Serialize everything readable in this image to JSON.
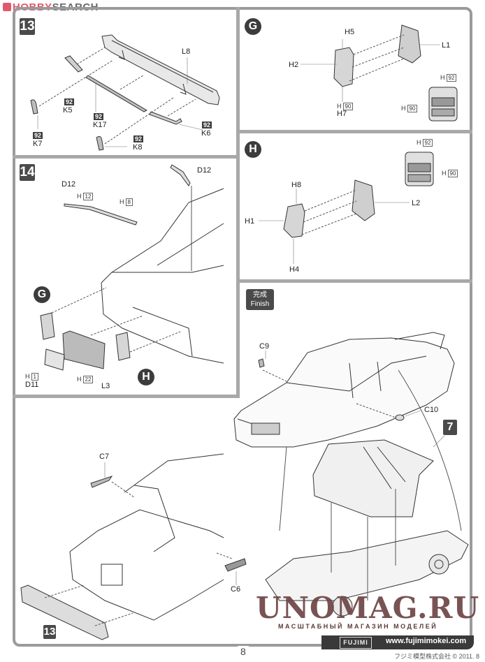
{
  "header": {
    "logo_hobby": "HOBBY",
    "logo_search": "SEARCH"
  },
  "step13": {
    "number": "13",
    "parts": {
      "L8": "L8",
      "K5": "K5",
      "K17": "K17",
      "K6": "K6",
      "K7": "K7",
      "K8": "K8"
    },
    "paint_code": "92"
  },
  "stepG": {
    "label": "G",
    "parts": {
      "H5": "H5",
      "H2": "H2",
      "H7": "H7",
      "L1": "L1"
    },
    "paint_h7": {
      "prefix": "H",
      "code": "90"
    },
    "lamp_paint_top": {
      "prefix": "H",
      "code": "92"
    },
    "lamp_paint_lower": {
      "prefix": "H",
      "code": "90"
    }
  },
  "stepH": {
    "label": "H",
    "parts": {
      "H8": "H8",
      "H1": "H1",
      "H4": "H4",
      "L2": "L2"
    },
    "lamp_paint_top": {
      "prefix": "H",
      "code": "92"
    },
    "lamp_paint_lower": {
      "prefix": "H",
      "code": "90"
    }
  },
  "step14": {
    "number": "14",
    "parts": {
      "D12_left": "D12",
      "D12_right": "D12",
      "D11": "D11",
      "L3": "L3"
    },
    "wiper_paint_1": {
      "prefix": "H",
      "code": "12"
    },
    "wiper_paint_2": {
      "prefix": "H",
      "code": "8"
    },
    "plate_paint": {
      "prefix": "H",
      "code": "1"
    },
    "garnish_paint": {
      "prefix": "H",
      "code": "22"
    },
    "sub_g": "G",
    "sub_h": "H"
  },
  "rear_step": {
    "parts": {
      "C7": "C7",
      "C6": "C6"
    },
    "bumper_ref": "13"
  },
  "finish": {
    "badge_jp": "完成",
    "badge_en": "Finish",
    "parts": {
      "C9": "C9",
      "C10": "C10"
    },
    "interior_ref": "7"
  },
  "watermark": {
    "title": "UNOMAG.RU",
    "subtitle": "МАСШТАБНЫЙ МАГАЗИН МОДЕЛЕЙ"
  },
  "footer": {
    "page_number": "8",
    "brand": "FUJIMI",
    "url": "www.fujimimokei.com",
    "copyright": "フジミ模型株式会社 © 2011. 8"
  }
}
